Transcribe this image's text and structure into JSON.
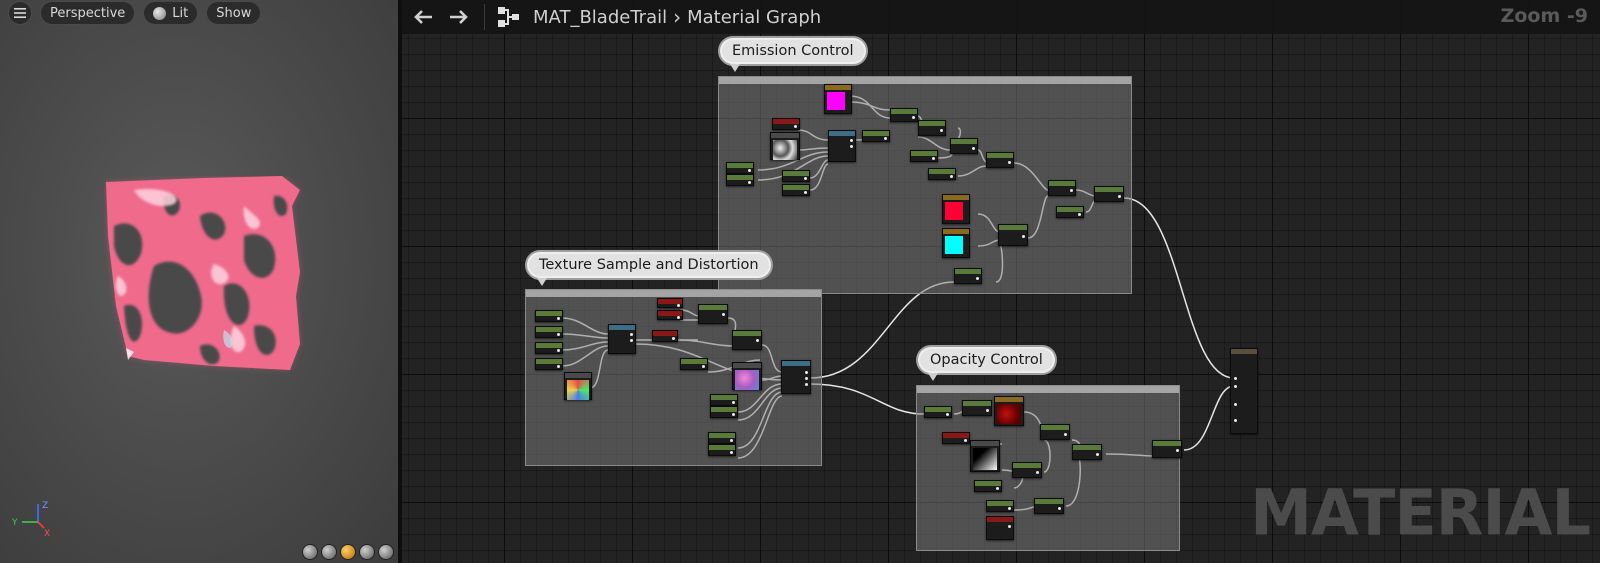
{
  "viewport": {
    "menu_icon": "hamburger-icon",
    "perspective_label": "Perspective",
    "lit_label": "Lit",
    "show_label": "Show",
    "axis": {
      "x": "X",
      "y": "Y",
      "z": "Z"
    }
  },
  "graph": {
    "asset_name": "MAT_BladeTrail",
    "view_name": "Material Graph",
    "zoom_label": "Zoom -9",
    "watermark": "MATERIAL"
  },
  "comments": {
    "emission": "Emission Control",
    "texture": "Texture Sample and Distortion",
    "opacity": "Opacity Control"
  },
  "colors": {
    "magenta_param": "#ff00ff",
    "red_param": "#ff0033",
    "cyan_param": "#00ffff",
    "preview_glow": "#ff5577"
  }
}
